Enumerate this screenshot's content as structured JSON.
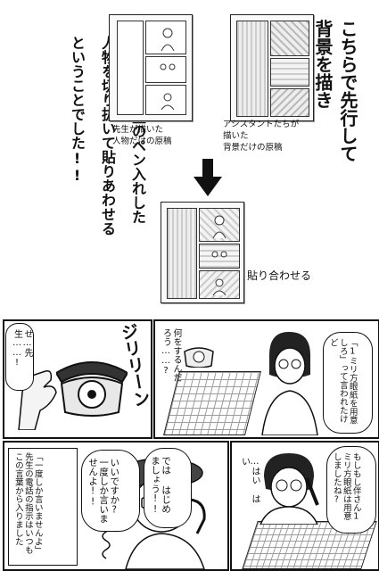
{
  "narration": {
    "col1": "こちらで先行して",
    "col2": "背景を描き",
    "col3": "帰国後 先生のペン入れした",
    "col4": "人物を切り抜いて貼りあわせる",
    "col5": "ということでした!!"
  },
  "diagram": {
    "left_caption_1": "先生が描いた",
    "left_caption_2": "人物だけの原稿",
    "right_caption_1": "アシスタントたちが",
    "right_caption_2": "描いた",
    "right_caption_3": "背景だけの原稿",
    "bottom_caption": "貼り合わせる"
  },
  "panel_phone": {
    "sfx": "ジリリーン",
    "speech": "せ…先生……!"
  },
  "panel_desk": {
    "speech_left": "何をするんだろう……?",
    "speech_right": "「1ミリ方眼紙を用意しろ」って言われたけど"
  },
  "panel_sensei": {
    "speech_1": "では はじめましょう!!",
    "speech_2": "いいですか? 一度しか言いませんよ!!",
    "narration": "「一度しか言いませんよ」先生の電話の指示はいつもこの言葉から入りました"
  },
  "panel_assistant": {
    "speech_1": "もしもし伴さん1ミリ方眼紙は用意しましたね?",
    "speech_2": "…はい はい"
  }
}
